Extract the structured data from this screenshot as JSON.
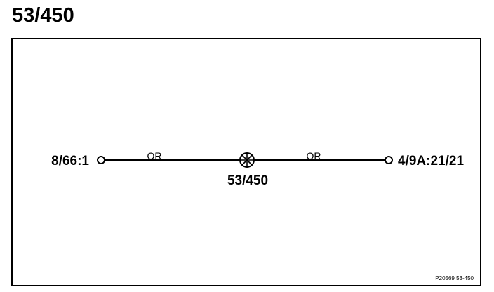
{
  "page": {
    "title": "53/450"
  },
  "diagram": {
    "left_terminal": "8/66:1",
    "center_junction": "53/450",
    "right_terminal": "4/9A:21/21",
    "left_wire_color": "OR",
    "right_wire_color": "OR",
    "reference_code": "P20569  53-450"
  }
}
